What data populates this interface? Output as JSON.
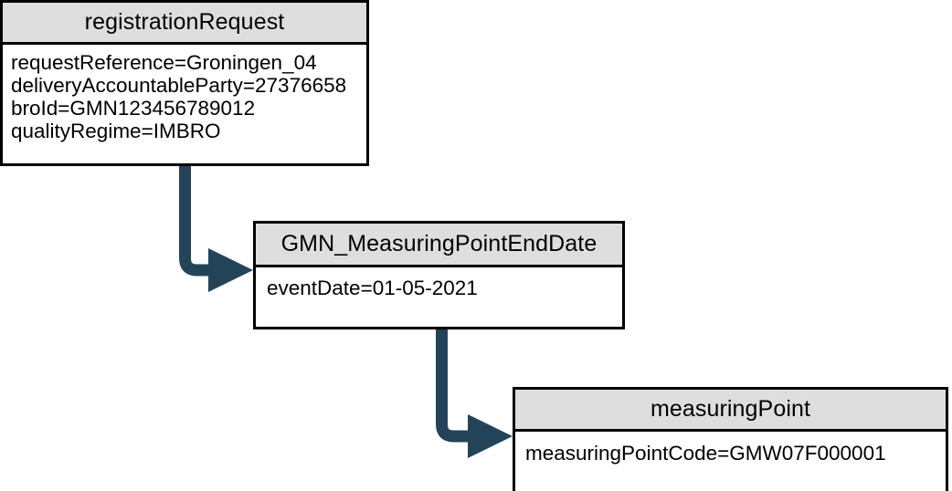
{
  "diagram": {
    "type": "object-instance-diagram",
    "background_color": "#ffffff",
    "box_border_color": "#000000",
    "header_fill_color": "#dedede",
    "connector_color": "#234458",
    "boxes": [
      {
        "id": "registrationRequest",
        "title": "registrationRequest",
        "attributes": [
          "requestReference=Groningen_04",
          "deliveryAccountableParty=27376658",
          "broId=GMN123456789012",
          "qualityRegime=IMBRO"
        ]
      },
      {
        "id": "GMN_MeasuringPointEndDate",
        "title": "GMN_MeasuringPointEndDate",
        "attributes": [
          "eventDate=01-05-2021"
        ]
      },
      {
        "id": "measuringPoint",
        "title": "measuringPoint",
        "attributes": [
          "measuringPointCode=GMW07F000001"
        ]
      }
    ],
    "connectors": [
      {
        "id": "conn-1",
        "from": "registrationRequest",
        "to": "GMN_MeasuringPointEndDate",
        "style": "elbow-arrow"
      },
      {
        "id": "conn-2",
        "from": "GMN_MeasuringPointEndDate",
        "to": "measuringPoint",
        "style": "elbow-arrow"
      }
    ]
  }
}
